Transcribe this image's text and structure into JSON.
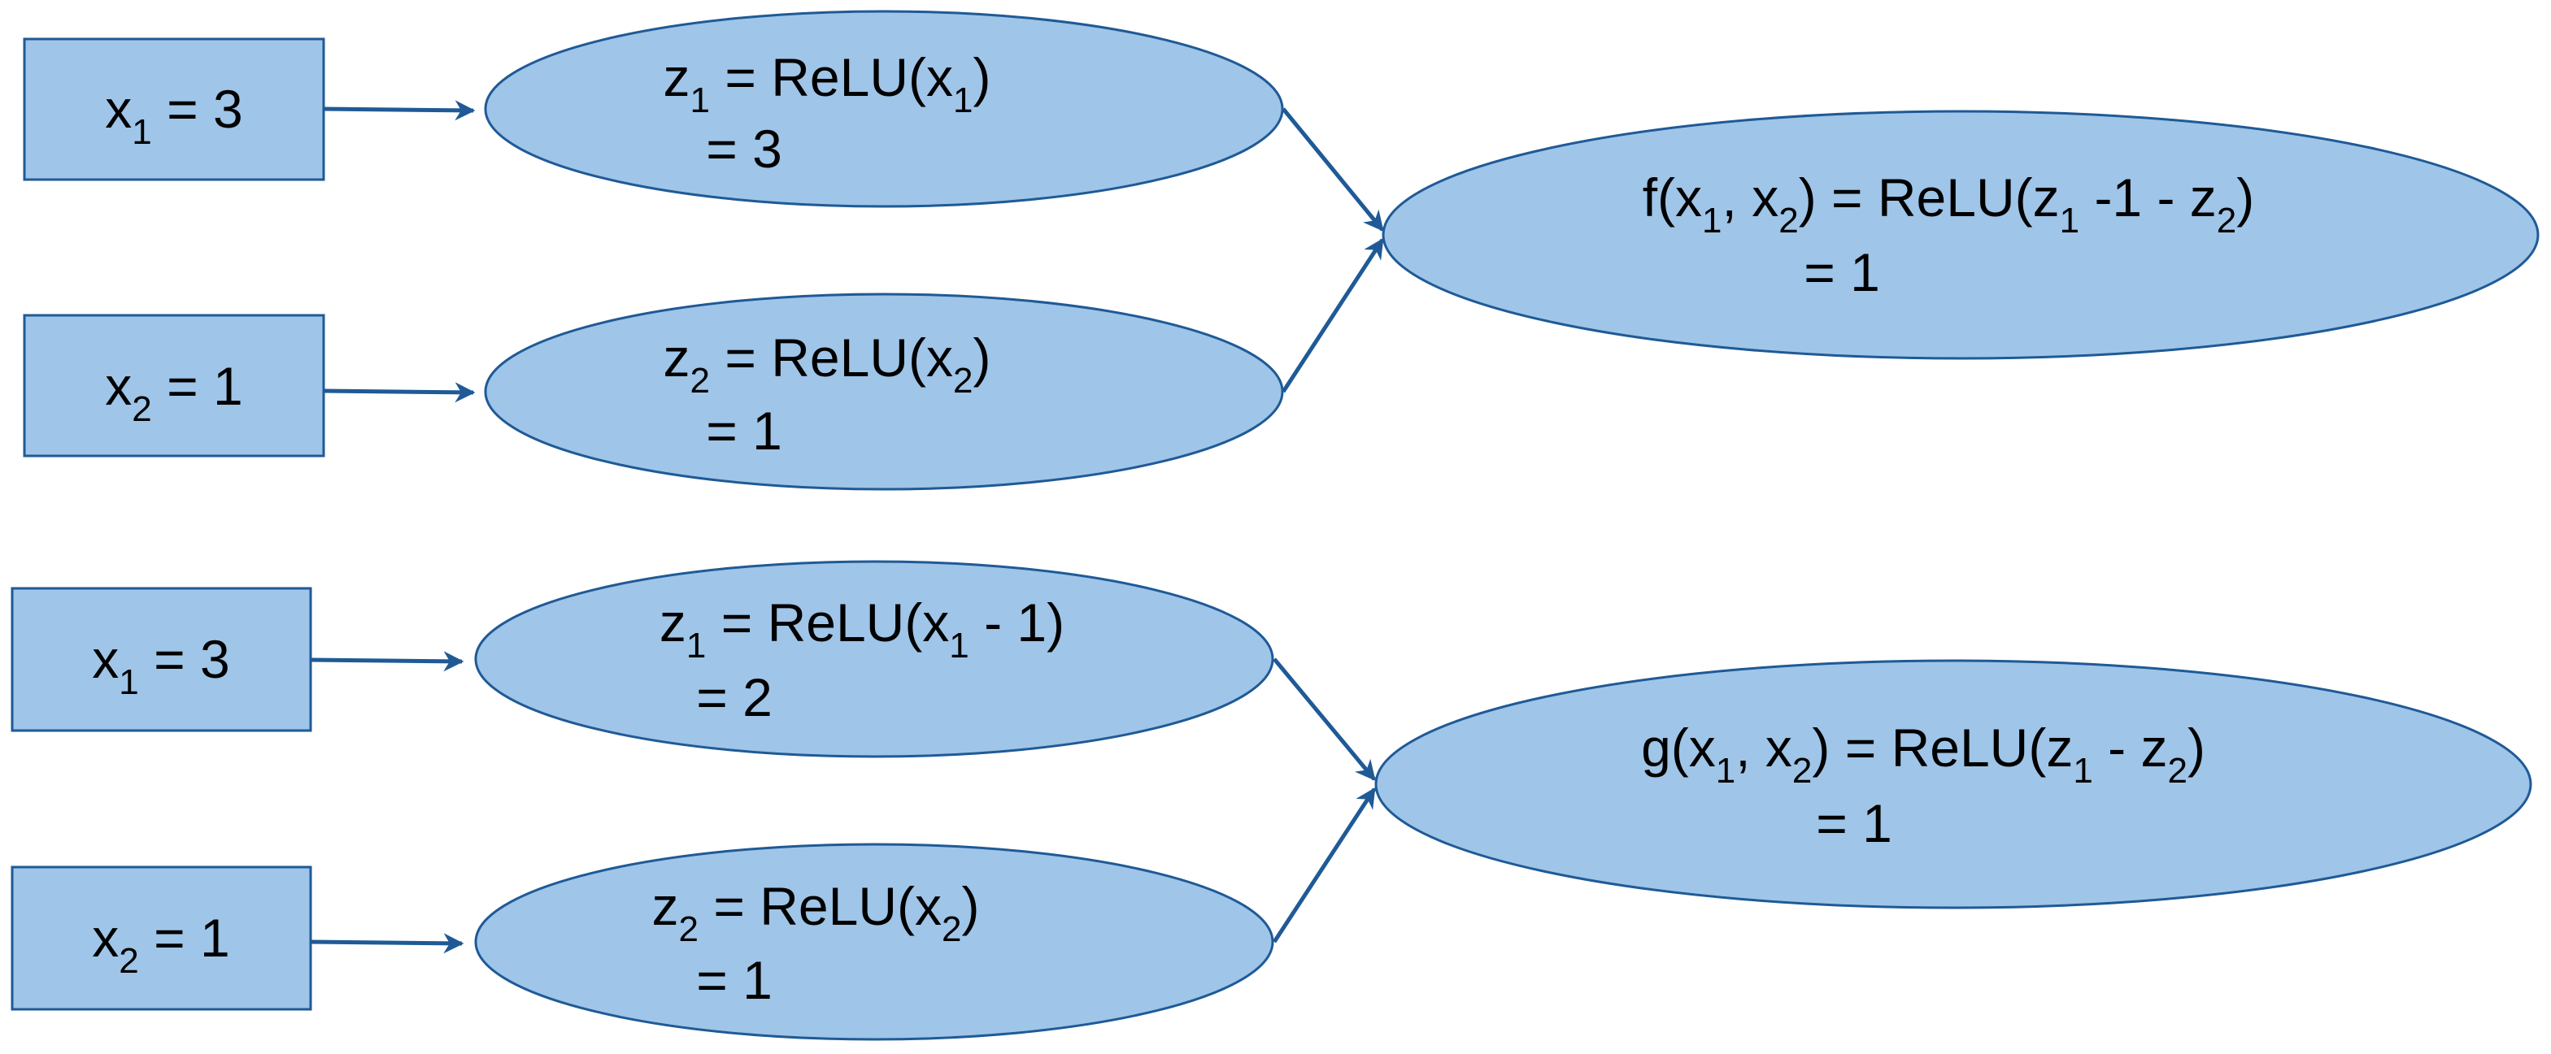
{
  "colors": {
    "node_fill": "#9fc5e8",
    "node_stroke": "#1f5a96",
    "arrow": "#1f5a96"
  },
  "diagrams": [
    {
      "inputs": [
        {
          "var": "x",
          "sub": "1",
          "rest": " = 3"
        },
        {
          "var": "x",
          "sub": "2",
          "rest": " = 1"
        }
      ],
      "hidden": [
        {
          "line1": {
            "pre": "z",
            "sub1": "1",
            "mid": " = ReLU(x",
            "sub2": "1",
            "post": ")"
          },
          "line2": "= 3"
        },
        {
          "line1": {
            "pre": "z",
            "sub1": "2",
            "mid": " = ReLU(x",
            "sub2": "2",
            "post": ")"
          },
          "line2": "= 1"
        }
      ],
      "output": {
        "line1": {
          "p1": "f(x",
          "s1": "1",
          "p2": ", x",
          "s2": "2",
          "p3": ") = ReLU(z",
          "s3": "1",
          "p4": " -1 - z",
          "s4": "2",
          "p5": ")"
        },
        "line2": "= 1"
      }
    },
    {
      "inputs": [
        {
          "var": "x",
          "sub": "1",
          "rest": " = 3"
        },
        {
          "var": "x",
          "sub": "2",
          "rest": " = 1"
        }
      ],
      "hidden": [
        {
          "line1": {
            "pre": "z",
            "sub1": "1",
            "mid": " = ReLU(x",
            "sub2": "1",
            "post": " - 1)"
          },
          "line2": "= 2"
        },
        {
          "line1": {
            "pre": "z",
            "sub1": "2",
            "mid": " = ReLU(x",
            "sub2": "2",
            "post": ")"
          },
          "line2": "= 1"
        }
      ],
      "output": {
        "line1": {
          "p1": "g(x",
          "s1": "1",
          "p2": ", x",
          "s2": "2",
          "p3": ") = ReLU(z",
          "s3": "1",
          "p4": " - z",
          "s4": "2",
          "p5": ")"
        },
        "line2": "= 1"
      }
    }
  ]
}
